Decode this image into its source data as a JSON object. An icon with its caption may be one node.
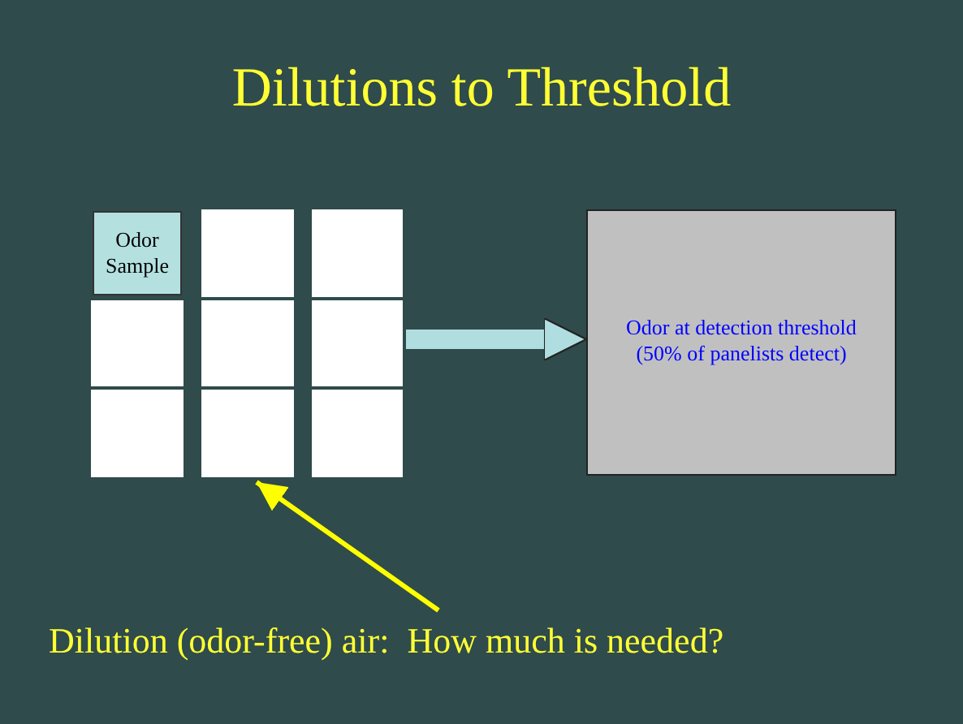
{
  "diagram": {
    "title": "Dilutions to Threshold",
    "nodes": [
      {
        "text": [
          "Odor Sample"
        ]
      },
      {
        "text": [],
        "shape": "box"
      },
      {
        "text": [],
        "shape": "box"
      },
      {
        "text": [],
        "shape": "box"
      },
      {
        "text": [],
        "shape": "box"
      },
      {
        "text": [],
        "shape": "box"
      },
      {
        "text": [],
        "shape": "box"
      },
      {
        "text": [],
        "shape": "box"
      },
      {
        "text": [],
        "shape": "box"
      },
      {
        "text": [
          "Odor at detection threshold (50% of panelists detect)"
        ]
      },
      {
        "text": [
          "Dilution (odor-free) air:  How much is needed?"
        ]
      }
    ],
    "edges": [
      {
        "from": 5,
        "to": 9,
        "arrow": "to",
        "style": "thick",
        "color": "#b0dde0"
      },
      {
        "from": 10,
        "to": 7,
        "arrow": "to",
        "color": "#ffff00"
      }
    ]
  }
}
